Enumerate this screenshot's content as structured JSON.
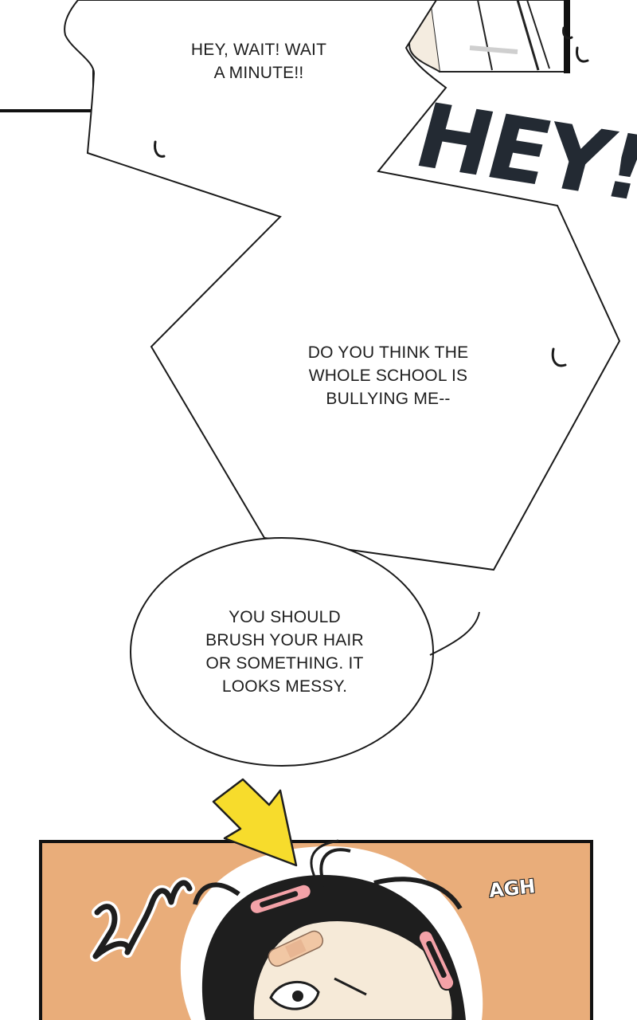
{
  "dialogue": [
    {
      "id": "bubble-1",
      "text": "HEY, WAIT! WAIT\nA MINUTE!!"
    },
    {
      "id": "bubble-2",
      "text": "DO YOU THINK THE\nWHOLE SCHOOL IS\nBULLYING ME--"
    },
    {
      "id": "bubble-3",
      "text": "YOU SHOULD\nBRUSH YOUR HAIR\nOR SOMETHING. IT\nLOOKS MESSY."
    }
  ],
  "sfx": {
    "hey": "HEY!",
    "agh": "AGH"
  },
  "colors": {
    "panel_bg": "#e9ad7a",
    "ink": "#1e1e1e",
    "arrow": "#f7dc2c",
    "sfx_dark": "#232a33",
    "clip": "#f3a2a8"
  }
}
